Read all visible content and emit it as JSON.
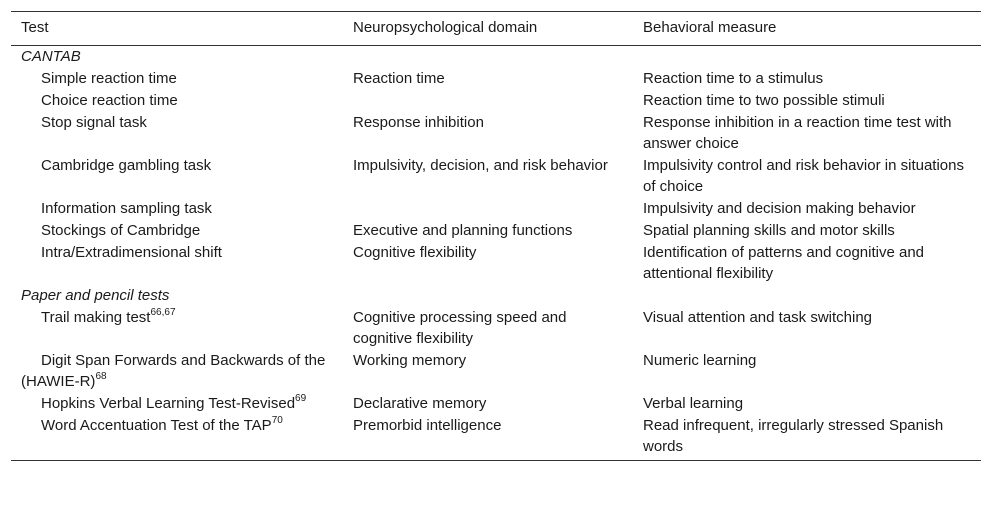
{
  "table": {
    "headers": [
      "Test",
      "Neuropsychological domain",
      "Behavioral measure"
    ],
    "sections": [
      {
        "title": "CANTAB",
        "rows": [
          {
            "test": "Simple reaction time",
            "sup": "",
            "domain": "Reaction time",
            "measure": "Reaction time to a stimulus"
          },
          {
            "test": "Choice reaction time",
            "sup": "",
            "domain": "",
            "measure": "Reaction time to two possible stimuli"
          },
          {
            "test": "Stop signal task",
            "sup": "",
            "domain": "Response inhibition",
            "measure": "Response inhibition in a reaction time test with answer choice"
          },
          {
            "test": "Cambridge gambling task",
            "sup": "",
            "domain": "Impulsivity, decision, and risk behavior",
            "measure": "Impulsivity control and risk behavior in situations of choice"
          },
          {
            "test": "Information sampling task",
            "sup": "",
            "domain": "",
            "measure": "Impulsivity and decision making behavior"
          },
          {
            "test": "Stockings of Cambridge",
            "sup": "",
            "domain": "Executive and planning functions",
            "measure": "Spatial planning skills and motor skills"
          },
          {
            "test": "Intra/Extradimensional shift",
            "sup": "",
            "domain": "Cognitive flexibility",
            "measure": "Identification of patterns and cognitive and attentional flexibility"
          }
        ]
      },
      {
        "title": "Paper and pencil tests",
        "rows": [
          {
            "test": "Trail making test",
            "sup": "66,67",
            "domain": "Cognitive processing speed and cognitive flexibility",
            "measure": "Visual attention and task switching"
          },
          {
            "test": "Digit Span Forwards and Backwards of the (HAWIE-R)",
            "sup": "68",
            "domain": "Working memory",
            "measure": "Numeric learning"
          },
          {
            "test": "Hopkins Verbal Learning Test-Revised",
            "sup": "69",
            "domain": "Declarative memory",
            "measure": "Verbal learning"
          },
          {
            "test": "Word Accentuation Test of the TAP",
            "sup": "70",
            "domain": "Premorbid intelligence",
            "measure": "Read infrequent, irregularly stressed Spanish words"
          }
        ]
      }
    ]
  }
}
